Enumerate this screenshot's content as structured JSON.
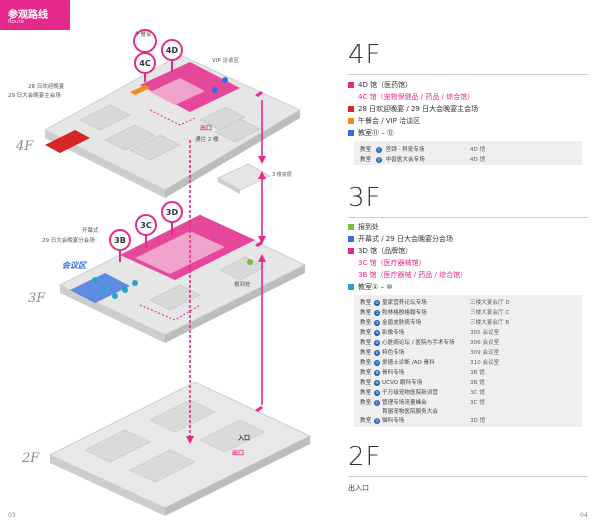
{
  "header": {
    "title": "参观路线",
    "subtitle": "Route"
  },
  "colors": {
    "brand": "#e62a8c",
    "blue": "#2f6fe0",
    "red": "#d62626",
    "orange": "#f08a1c",
    "green": "#7dbb3a",
    "teal": "#2aa3c8"
  },
  "diagram": {
    "floor_4f": "4F",
    "floor_3f": "3F",
    "floor_2f": "2F",
    "pins": {
      "p4c": "4C",
      "p4d": "4D",
      "p3b": "3B",
      "p3c": "3C",
      "p3d": "3D"
    },
    "pin_suffix": "馆",
    "labels_4f": {
      "lunch": "午餐会",
      "vip": "VIP 洽谈区",
      "dinner_line1": "28 日欢迎晚宴",
      "dinner_line2": "29 日大会晚宴主会场",
      "exit": "出口",
      "exit_sub": "通往 2 楼",
      "mezzanine": "3 楼夹层"
    },
    "labels_3f": {
      "opening_line1": "开幕式",
      "opening_line2": "29 日大会晚宴分会场",
      "meeting_zone": "会议区",
      "checkin": "报到处"
    },
    "labels_2f": {
      "entrance": "入口",
      "exit": "出口"
    }
  },
  "legend": {
    "f4": {
      "title": "4F",
      "items": [
        {
          "label": "4D 馆（医药馆）",
          "color": "#e62a8c"
        },
        {
          "label": "4C 馆（宠物保健品 / 药品 / 综合馆）",
          "color": ""
        },
        {
          "label": "28 日欢迎晚宴 / 29 日大会晚宴主会场",
          "color": "#d62626"
        },
        {
          "label": "午餐会 / VIP 洽谈区",
          "color": "#f08a1c"
        },
        {
          "label": "教室⑪ – ⑫",
          "color": "#2f6fe0"
        }
      ],
      "rooms": [
        {
          "cls": "教室",
          "num": "⑪",
          "name": "宫颈 · 异宠专场",
          "loc": "4D 馆"
        },
        {
          "cls": "教室",
          "num": "⑫",
          "name": "中兽医大会专场",
          "loc": "4D 馆"
        }
      ]
    },
    "f3": {
      "title": "3F",
      "items": [
        {
          "label": "报到处",
          "color": "#7dbb3a"
        },
        {
          "label": "开幕式 / 29 日大会晚宴分会场",
          "color": "#2f6fe0"
        },
        {
          "label": "3D 馆（品牌馆）",
          "color": "#e62a8c"
        },
        {
          "label": "3C 馆（医疗器械馆）",
          "color": ""
        },
        {
          "label": "3B 馆（医疗器械 / 药品 / 综合馆）",
          "color": ""
        },
        {
          "label": "教室① – ⑩",
          "color": "#2aa3c8"
        }
      ],
      "rooms": [
        {
          "cls": "教室",
          "num": "①",
          "name": "皇家营养论坛专场",
          "loc": "三楼大宴会厅 D"
        },
        {
          "cls": "教室",
          "num": "②",
          "name": "勃林格殷格翰专场",
          "loc": "三楼大宴会厅 C"
        },
        {
          "cls": "教室",
          "num": "③",
          "name": "金盾皮肤病专场",
          "loc": "三楼大宴会厅 B"
        },
        {
          "cls": "教室",
          "num": "④",
          "name": "影像专场",
          "loc": "305 会议室"
        },
        {
          "cls": "教室",
          "num": "⑤",
          "name": "心脏病论坛 / 医院与手术专场",
          "loc": "306 会议室"
        },
        {
          "cls": "教室",
          "num": "⑥",
          "name": "特色专场",
          "loc": "309 会议室"
        },
        {
          "cls": "教室",
          "num": "⑦",
          "name": "爱德士诊断 /AO 骨科",
          "loc": "310 会议室"
        },
        {
          "cls": "教室",
          "num": "⑧",
          "name": "骨科专场",
          "loc": "3B 馆"
        },
        {
          "cls": "教室",
          "num": "⑨",
          "name": "UCVO 眼科专场",
          "loc": "3B 馆"
        },
        {
          "cls": "教室",
          "num": "⑩",
          "name": "千万级宠物医院新训营",
          "loc": "3C 馆"
        },
        {
          "cls": "教室",
          "num": "⑪",
          "name": "管理专场流量峰会",
          "loc": "3C 馆"
        },
        {
          "cls": "",
          "num": "",
          "name": "首届宠物医院服务大会",
          "loc": ""
        },
        {
          "cls": "教室",
          "num": "⑬",
          "name": "猫科专场",
          "loc": "3D 馆"
        }
      ]
    },
    "f2": {
      "title": "2F",
      "note": "出入口"
    }
  },
  "page_numbers": {
    "left": "03",
    "right": "04"
  }
}
